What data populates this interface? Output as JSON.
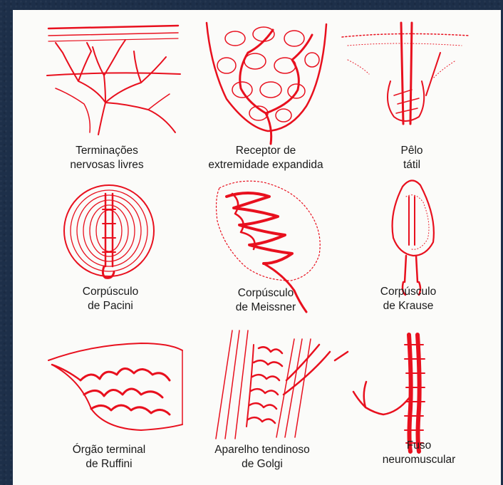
{
  "figure": {
    "panels": [
      {
        "id": "free-nerve-endings",
        "lines": [
          "Terminações",
          "nervosas livres"
        ]
      },
      {
        "id": "expanded-tip-receptor",
        "lines": [
          "Receptor de",
          "extremidade expandida"
        ]
      },
      {
        "id": "tactile-hair",
        "lines": [
          "Pêlo",
          "tátil"
        ]
      },
      {
        "id": "pacinian-corpuscle",
        "lines": [
          "Corpúsculo",
          "de Pacini"
        ]
      },
      {
        "id": "meissner-corpuscle",
        "lines": [
          "Corpúsculo",
          "de Meissner"
        ]
      },
      {
        "id": "krause-corpuscle",
        "lines": [
          "Corpúsculo",
          "de Krause"
        ]
      },
      {
        "id": "ruffini-organ",
        "lines": [
          "Órgão terminal",
          "de Ruffini"
        ]
      },
      {
        "id": "golgi-tendon-organ",
        "lines": [
          "Aparelho tendinoso",
          "de Golgi"
        ]
      },
      {
        "id": "muscle-spindle",
        "lines": [
          "Fuso",
          "neuromuscular"
        ]
      }
    ],
    "colors": {
      "ink": "#e8101e",
      "paper": "#fbfbf9",
      "frame": "#1d2f49",
      "text": "#1a1a1a"
    }
  }
}
